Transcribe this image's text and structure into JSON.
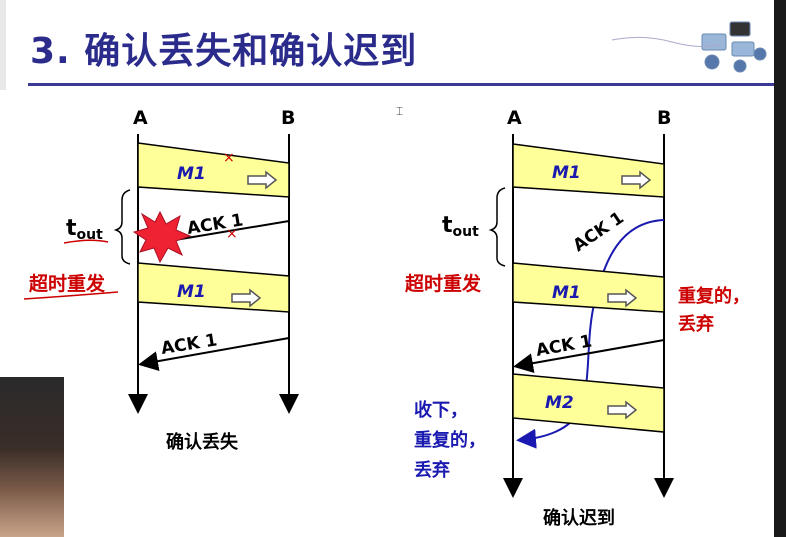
{
  "slide": {
    "title": "3. 确认丢失和确认迟到"
  },
  "left_diagram": {
    "label_a": "A",
    "label_b": "B",
    "msg1": "M1",
    "ack_lost": "ACK 1",
    "tout": "t",
    "tout_sub": "out",
    "retransmit": "超时重发",
    "msg1_again": "M1",
    "ack_ok": "ACK 1",
    "caption": "确认丢失"
  },
  "right_diagram": {
    "label_a": "A",
    "label_b": "B",
    "msg1": "M1",
    "ack_late": "ACK 1",
    "tout": "t",
    "tout_sub": "out",
    "retransmit": "超时重发",
    "msg1_again": "M1",
    "dup_discard": [
      "重复的，",
      "丢弃"
    ],
    "ack2": "ACK 1",
    "msg2": "M2",
    "receive_note": [
      "收下，",
      "重复的，",
      "丢弃"
    ],
    "caption": "确认迟到"
  },
  "colors": {
    "title": "#2b2b8c",
    "message_box": "#ffff99",
    "red_text": "#cc0000",
    "blue_text": "#1a1ab0",
    "late_curve": "#1a1ab0"
  }
}
